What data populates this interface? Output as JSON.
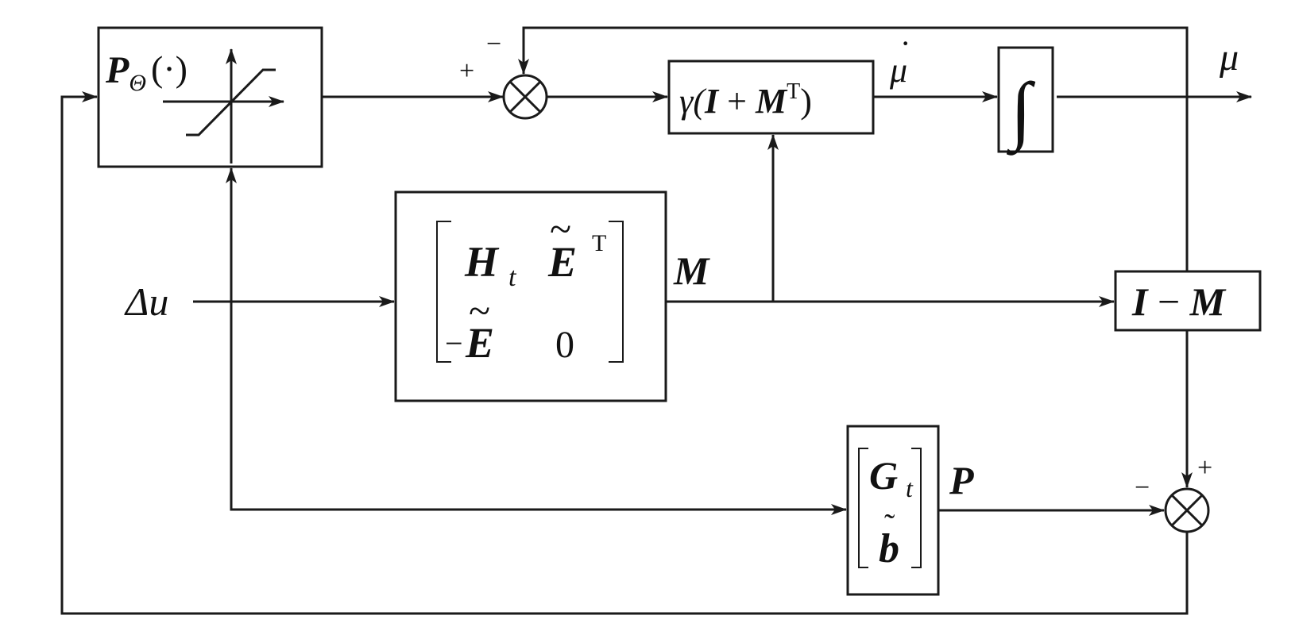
{
  "diagram": {
    "type": "block-diagram",
    "blocks": {
      "projection": {
        "symbol": "P",
        "subscript": "Θ",
        "argument": "(·)",
        "icon": "saturation-function-icon"
      },
      "gain": {
        "prefix": "γ(",
        "identity": "I",
        "plus": " + ",
        "matrix": "M",
        "sup": "T",
        "suffix": ")"
      },
      "integrator": {
        "symbol": "∫"
      },
      "matrix_m": {
        "r1c1": "H",
        "r1c1_sub": "t",
        "r1c2": "E",
        "r1c2_sup": "T",
        "r1c2_tilde": "~",
        "r2c1_neg": "−",
        "r2c1": "E",
        "r2c1_tilde": "~",
        "r2c2": "0"
      },
      "i_minus_m": {
        "left": "I",
        "op": " − ",
        "right": "M"
      },
      "matrix_p": {
        "top": "G",
        "top_sub": "t",
        "bottom": "b",
        "bottom_tilde": "˜"
      }
    },
    "signals": {
      "input": "Δu",
      "mu_dot": "μ",
      "mu_dot_accent": "·",
      "output": "μ",
      "m_label": "M",
      "p_label": "P"
    },
    "summing_junctions": {
      "sum1": {
        "symbol": "⊗",
        "sign_left": "+",
        "sign_top": "−"
      },
      "sum2": {
        "symbol": "⊗",
        "sign_top": "+",
        "sign_left": "−"
      }
    }
  }
}
